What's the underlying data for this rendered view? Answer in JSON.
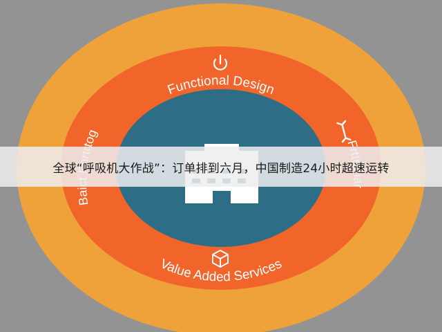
{
  "diagram": {
    "rings": {
      "outer_color": "#EFA23A",
      "middle_color": "#F2652A",
      "inner_color": "#2E6D86"
    },
    "center_icon": "office-building-icon",
    "labels": {
      "top": "Functional Design",
      "bottom": "Value Added Services",
      "left": "Baict Fnrtrtog",
      "right": "Frttteriar"
    },
    "icons": {
      "top": "power-icon",
      "bottom": "box-icon",
      "right": "wrench-icon"
    }
  },
  "banner": {
    "text": "全球“呼吸机大作战”：订单排到六月，中国制造24小时超速运转"
  }
}
